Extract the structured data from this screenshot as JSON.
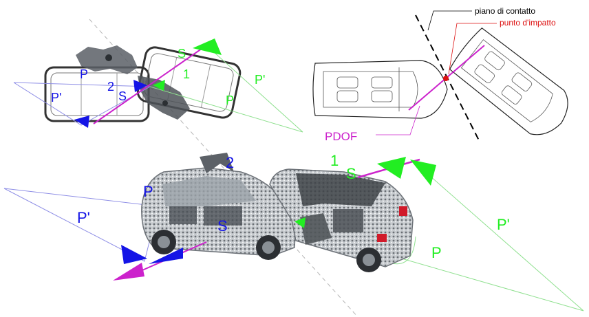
{
  "colors": {
    "vehicle1": "#22ee22",
    "vehicle2": "#1414e6",
    "pdof": "#cc22cc",
    "impact": "#dd1111",
    "line": "#000000"
  },
  "top_left": {
    "S_green": "S",
    "S_blue": "S",
    "P_green": "P",
    "P_blue": "P",
    "Pprime_green": "P'",
    "Pprime_blue": "P'",
    "num1": "1",
    "num2": "2"
  },
  "top_right": {
    "plane_label": "piano di contatto",
    "impact_label": "punto d'impatto",
    "pdof_label": "PDOF"
  },
  "bottom": {
    "num1": "1",
    "num2": "2",
    "S_green": "S",
    "S_blue": "S",
    "P_green": "P",
    "P_blue": "P",
    "Pprime_green": "P'",
    "Pprime_blue": "P'"
  }
}
